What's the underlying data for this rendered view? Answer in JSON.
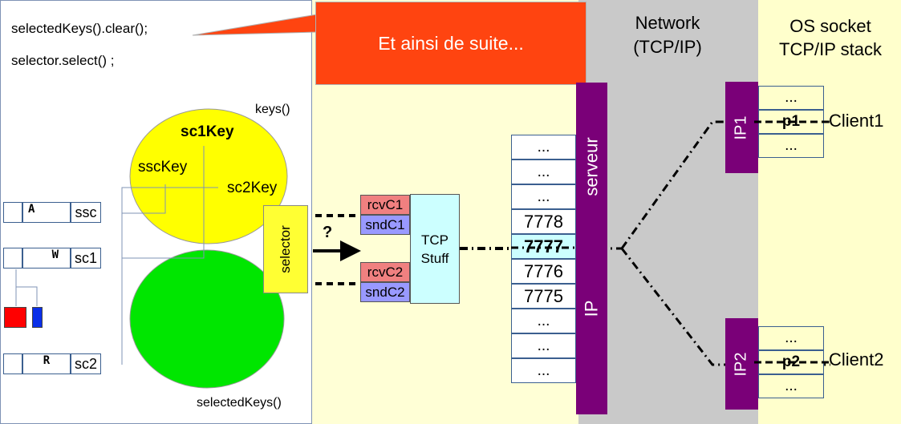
{
  "code": {
    "line1": "selectedKeys().clear();",
    "line2": "selector.select() ;"
  },
  "callout": "Et ainsi de suite...",
  "headers": {
    "network": "Network\n(TCP/IP)",
    "os_stack": "OS socket\nTCP/IP stack"
  },
  "sets": {
    "keys_label": "keys()",
    "selected_label": "selectedKeys()",
    "keys": [
      "sc1Key",
      "sscKey",
      "sc2Key"
    ]
  },
  "channels": [
    {
      "key": "A",
      "name": "ssc"
    },
    {
      "key": "W",
      "name": "sc1"
    },
    {
      "key": "R",
      "name": "sc2"
    }
  ],
  "selector_label": "selector",
  "question": "?",
  "buffers": {
    "c1": [
      "rcvC1",
      "sndC1"
    ],
    "c2": [
      "rcvC2",
      "sndC2"
    ]
  },
  "tcp_stuff": "TCP\nStuff",
  "ports": [
    "...",
    "...",
    "...",
    "7778",
    "7777",
    "7776",
    "7775",
    "...",
    "...",
    "..."
  ],
  "server": {
    "serveur": "serveur",
    "ip": "IP"
  },
  "clients": [
    {
      "ip": "IP1",
      "ports": [
        "...",
        "p1",
        "..."
      ],
      "name": "Client1"
    },
    {
      "ip": "IP2",
      "ports": [
        "...",
        "p2",
        "..."
      ],
      "name": "Client2"
    }
  ],
  "colors": {
    "yellow_set": "#ffff00",
    "green_set": "#00e600",
    "purple": "#7a0078",
    "callout": "#ff4410",
    "rcv": "#f08080",
    "snd": "#9999ff",
    "tcp": "#ccffff",
    "selector": "#ffff33"
  }
}
